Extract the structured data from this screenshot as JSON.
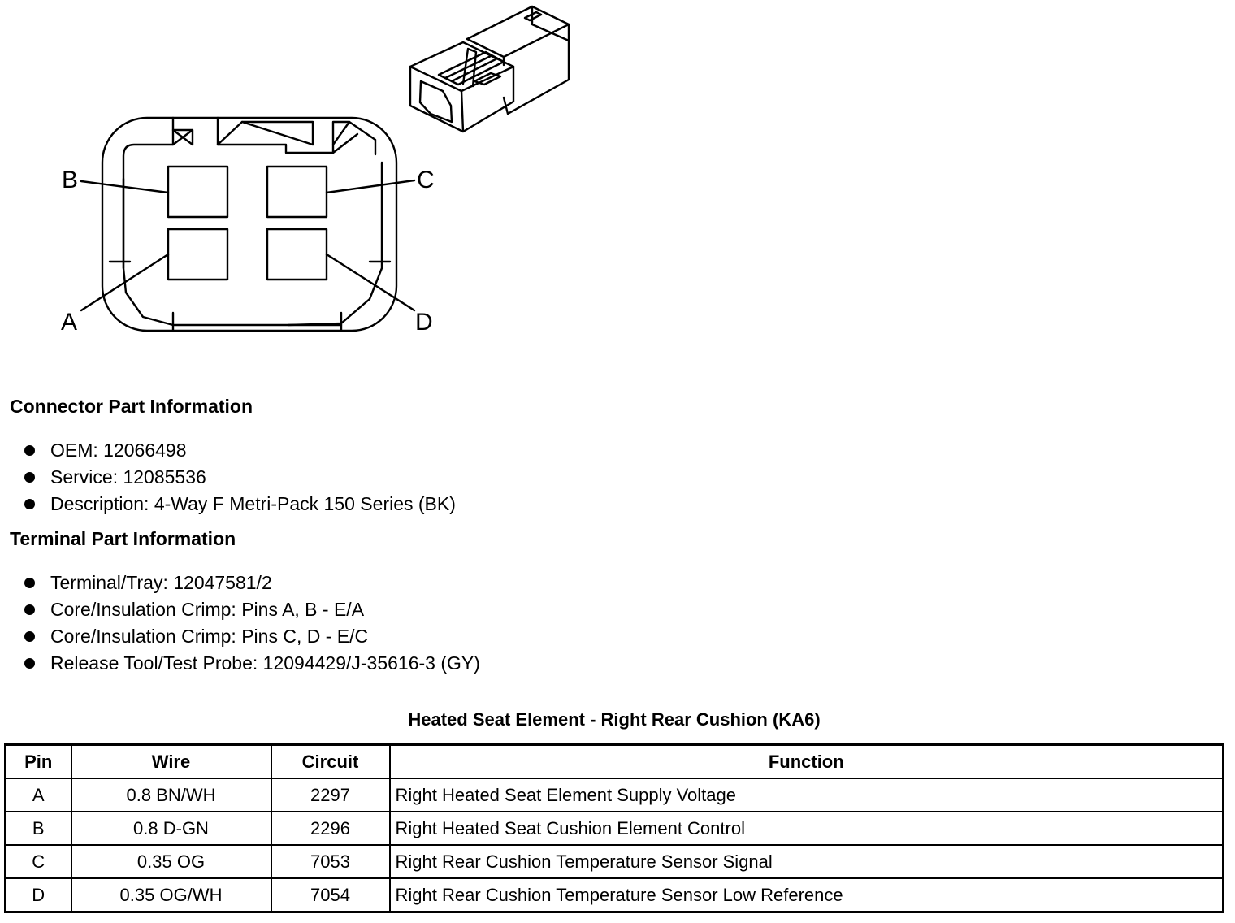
{
  "diagram": {
    "pin_labels": [
      "A",
      "B",
      "C",
      "D"
    ]
  },
  "connector_info": {
    "heading": "Connector Part Information",
    "items": [
      "OEM: 12066498",
      "Service: 12085536",
      "Description: 4-Way F Metri-Pack 150 Series (BK)"
    ]
  },
  "terminal_info": {
    "heading": "Terminal Part Information",
    "items": [
      "Terminal/Tray: 12047581/2",
      "Core/Insulation Crimp: Pins A, B - E/A",
      "Core/Insulation Crimp: Pins C, D - E/C",
      "Release Tool/Test Probe: 12094429/J-35616-3 (GY)"
    ]
  },
  "table": {
    "title": "Heated Seat Element - Right Rear Cushion (KA6)",
    "headers": [
      "Pin",
      "Wire",
      "Circuit",
      "Function"
    ],
    "rows": [
      [
        "A",
        "0.8 BN/WH",
        "2297",
        "Right Heated Seat Element Supply Voltage"
      ],
      [
        "B",
        "0.8 D-GN",
        "2296",
        "Right Heated Seat Cushion Element Control"
      ],
      [
        "C",
        "0.35 OG",
        "7053",
        "Right Rear Cushion Temperature Sensor Signal"
      ],
      [
        "D",
        "0.35 OG/WH",
        "7054",
        "Right Rear Cushion Temperature Sensor Low Reference"
      ]
    ]
  }
}
